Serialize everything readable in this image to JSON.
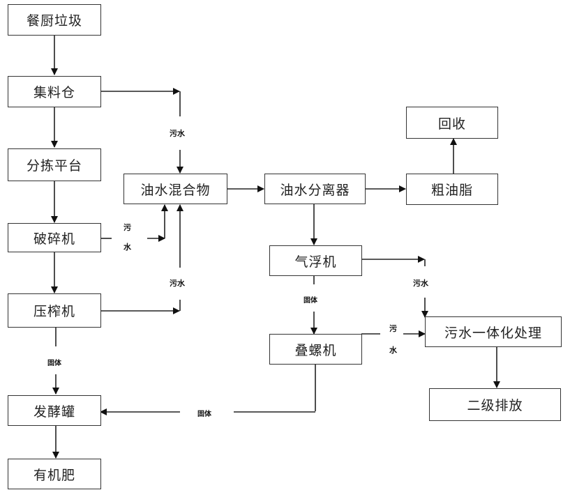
{
  "nodes": {
    "kitchen_waste": "餐厨垃圾",
    "collection_bin": "集料仓",
    "sorting_platform": "分拣平台",
    "crusher": "破碎机",
    "press": "压榨机",
    "fermentation_tank": "发酵罐",
    "organic_fertilizer": "有机肥",
    "oil_water_mixture": "油水混合物",
    "oil_water_separator": "油水分离器",
    "crude_grease": "粗油脂",
    "recovery": "回收",
    "air_flotation": "气浮机",
    "screw_press_dewatering": "叠螺机",
    "sewage_integrated_treatment": "污水一体化处理",
    "secondary_discharge": "二级排放"
  },
  "labels": {
    "sewage": "污水",
    "sewage_char1": "污",
    "sewage_char2": "水",
    "solid": "固体"
  }
}
